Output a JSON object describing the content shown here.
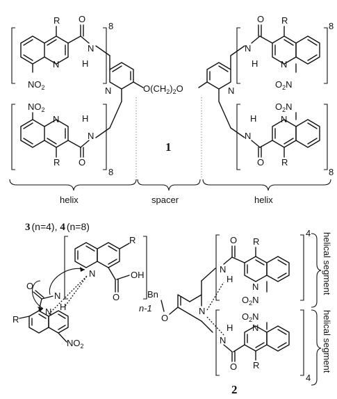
{
  "compound1": {
    "label": "1",
    "repeat_top_left": "8",
    "repeat_bottom_left": "8",
    "repeat_top_right": "8",
    "repeat_bottom_right": "8",
    "linker": "O(CH",
    "linker_sub": "2",
    "linker_tail": ")",
    "linker_sub2": "2",
    "linker_o2": "O"
  },
  "segments": {
    "helix_left": "helix",
    "spacer": "spacer",
    "helix_right": "helix"
  },
  "compound34": {
    "num3": "3",
    "n3": "(n=4), ",
    "num4": "4",
    "n4": "(n=8)"
  },
  "compound2": {
    "label": "2",
    "repeat_top": "4",
    "repeat_bottom": "4",
    "bn": "Bn",
    "o": "O",
    "seg_top": "helical segment",
    "seg_bottom": "helical segment"
  },
  "oligomer": {
    "repeat": "n-1",
    "acid": "OH"
  },
  "atoms": {
    "R": "R",
    "N": "N",
    "H": "H",
    "O": "O",
    "NO2": "NO",
    "two": "2"
  }
}
